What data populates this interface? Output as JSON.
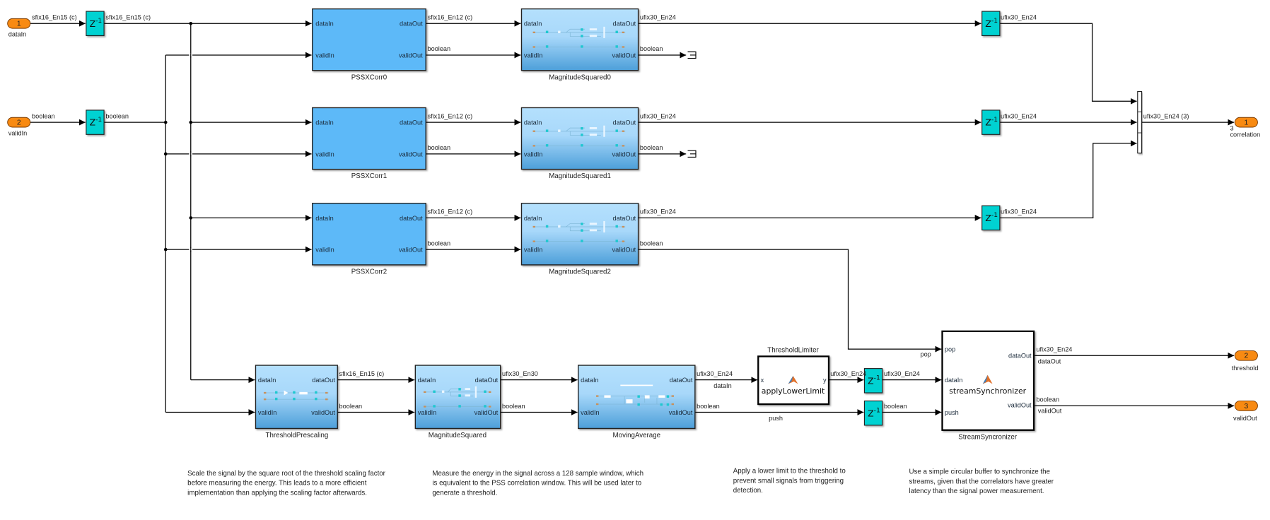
{
  "inports": [
    {
      "number": "1",
      "name": "dataIn"
    },
    {
      "number": "2",
      "name": "validIn"
    }
  ],
  "outports": [
    {
      "number": "1",
      "name": "correlation",
      "dim": "3"
    },
    {
      "number": "2",
      "name": "threshold"
    },
    {
      "number": "3",
      "name": "validOut"
    }
  ],
  "delay_label": "Z",
  "delay_exp": "-1",
  "signals": {
    "in_data": "sfix16_En15 (c)",
    "in_valid": "boolean",
    "xcorr_out": "sfix16_En12 (c)",
    "bool": "boolean",
    "mag_out": "ufix30_En24",
    "mux_out": "ufix30_En24 (3)",
    "prescale_out": "sfix16_En15 (c)",
    "magsq_out": "ufix30_En30",
    "movavg_out": "ufix30_En24",
    "limiter_out": "ufix30_En24",
    "sync_in": "ufix30_En24",
    "sync_data_out": "ufix30_En24",
    "sync_valid_out": "boolean",
    "lbl_dataIn": "dataIn",
    "lbl_push": "push",
    "lbl_pop": "pop",
    "lbl_dataOut": "dataOut",
    "lbl_validOut": "validOut"
  },
  "ports": {
    "dataIn": "dataIn",
    "validIn": "validIn",
    "dataOut": "dataOut",
    "validOut": "validOut",
    "x": "x",
    "y": "y",
    "pop": "pop",
    "push": "push"
  },
  "blocks": {
    "xcorr": [
      "PSSXCorr0",
      "PSSXCorr1",
      "PSSXCorr2"
    ],
    "mag": [
      "MagnitudeSquared0",
      "MagnitudeSquared1",
      "MagnitudeSquared2"
    ],
    "prescale": "ThresholdPrescaling",
    "magsq": "MagnitudeSquared",
    "movavg": "MovingAverage",
    "limiter_title": "ThresholdLimiter",
    "limiter_fn": "applyLowerLimit",
    "sync_fn": "streamSynchronizer",
    "sync_name": "StreamSyncronizer"
  },
  "notes": [
    [
      "Scale the signal by the square root of the threshold scaling factor",
      "before measuring the energy. This leads to a more efficient",
      "implementation than applying the scaling factor afterwards."
    ],
    [
      "Measure the energy in the signal across a 128 sample window, which",
      "is equivalent to the PSS correlation window. This will be used later to",
      "generate a threshold."
    ],
    [
      "Apply a lower limit to the threshold to",
      "prevent small signals from triggering",
      "detection."
    ],
    [
      "Use a simple circular buffer to synchronize the",
      "streams, given that the correlators have greater",
      "latency than the signal power measurement."
    ]
  ],
  "colors": {
    "port_orange": "#f88a12",
    "delay_cyan": "#00d2d2",
    "xcorr_blue": "#5db9f8",
    "subsys_top": "#aadcfc",
    "subsys_bottom": "#4a9ed8"
  }
}
